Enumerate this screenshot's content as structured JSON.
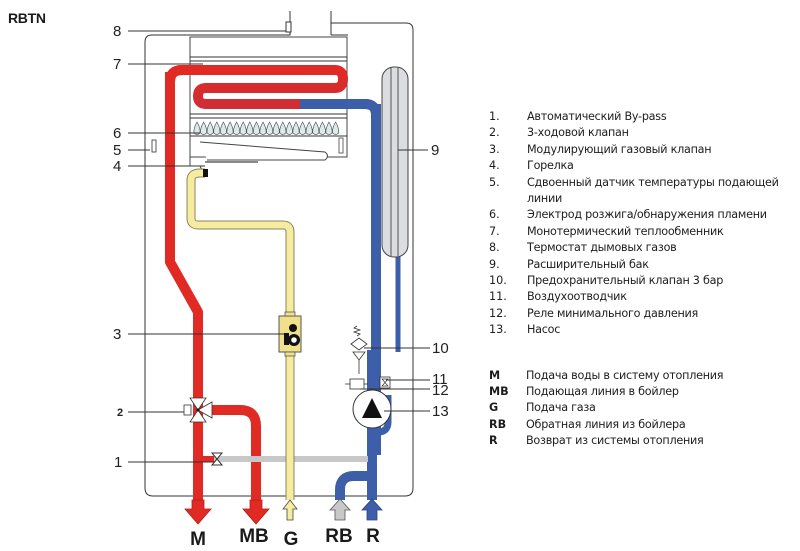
{
  "title": "RBTN",
  "components": [
    {
      "num": "1.",
      "label": "Автоматический By-pass"
    },
    {
      "num": "2.",
      "label": "3-ходовой клапан"
    },
    {
      "num": "3.",
      "label": "Модулирующий газовый клапан"
    },
    {
      "num": "4.",
      "label": "Горелка"
    },
    {
      "num": "5.",
      "label": "Сдвоенный датчик температуры подающей",
      "continuation": "линии"
    },
    {
      "num": "6.",
      "label": "Электрод розжига/обнаружения пламени"
    },
    {
      "num": "7.",
      "label": "Монотермический теплообменник"
    },
    {
      "num": "8.",
      "label": "Термостат дымовых газов"
    },
    {
      "num": "9.",
      "label": "Расширительный бак"
    },
    {
      "num": "10.",
      "label": "Предохранительный клапан 3 бар"
    },
    {
      "num": "11.",
      "label": "Воздухоотводчик"
    },
    {
      "num": "12.",
      "label": "Реле минимального давления"
    },
    {
      "num": "13.",
      "label": "Насос"
    }
  ],
  "connections": [
    {
      "code": "M",
      "label": "Подача воды в систему отопления"
    },
    {
      "code": "MB",
      "label": "Подающая линия в бойлер"
    },
    {
      "code": "G",
      "label": "Подача газа"
    },
    {
      "code": "RB",
      "label": "Обратная линия из бойлера"
    },
    {
      "code": "R",
      "label": "Возврат из системы отопления"
    }
  ],
  "callouts": {
    "c1": "1",
    "c2": "2",
    "c3": "3",
    "c4": "4",
    "c5": "5",
    "c6": "6",
    "c7": "7",
    "c8": "8",
    "c9": "9",
    "c10": "10",
    "c11": "11",
    "c12": "12",
    "c13": "13"
  },
  "connection_labels": {
    "M": "M",
    "MB": "MB",
    "G": "G",
    "RB": "RB",
    "R": "R"
  },
  "colors": {
    "flow_hot": "#e32b22",
    "return_cold": "#3a5ea8",
    "gas": "#f6eca0",
    "bypass": "#c8c8c8",
    "expansion_tank": "#dcdde1",
    "return_boiler_arrow": "#c8c8c8"
  }
}
